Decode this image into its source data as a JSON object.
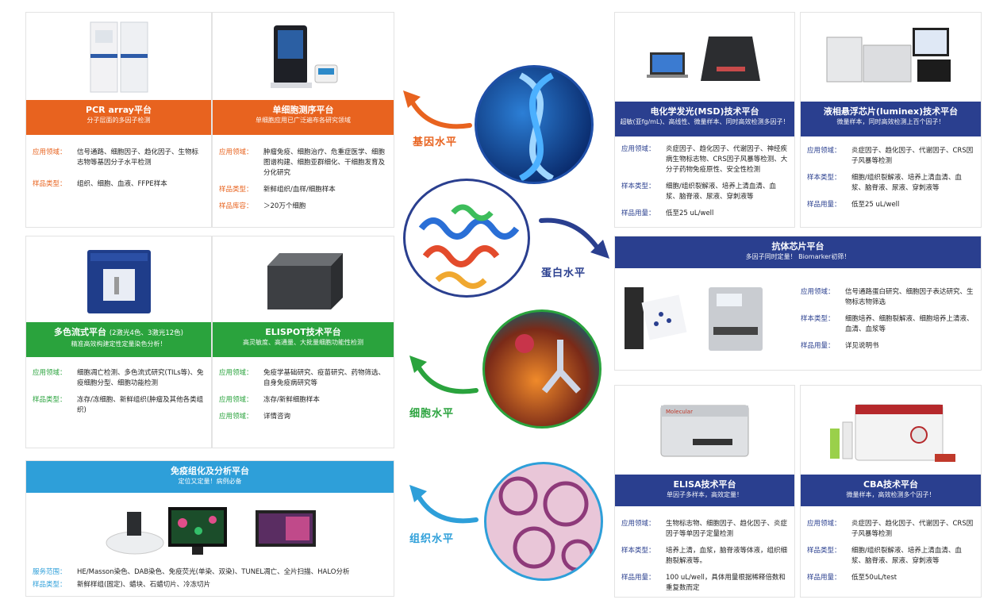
{
  "colors": {
    "orange": "#e8631f",
    "navy": "#2a3f8f",
    "green": "#2aa33d",
    "sky": "#2e9fd9"
  },
  "levels": {
    "gene": "基因水平",
    "protein": "蛋白水平",
    "cell": "细胞水平",
    "tissue": "组织水平"
  },
  "pcr": {
    "title": "PCR array平台",
    "subtitle": "分子层面的多因子检测",
    "rows": [
      {
        "k": "应用领域：",
        "v": "信号通路、细胞因子、趋化因子、生物标志物等基因分子水平检测"
      },
      {
        "k": "样品类型：",
        "v": "组织、细胞、血液、FFPE样本"
      }
    ]
  },
  "scseq": {
    "title": "单细胞测序平台",
    "subtitle": "单细胞应用已广泛遍布各研究领域",
    "rows": [
      {
        "k": "应用领域：",
        "v": "肿瘤免疫、细胞治疗、危重症医学、细胞图谱构建、细胞亚群细化、干细胞发育及分化研究"
      },
      {
        "k": "样品类型：",
        "v": "新鲜组织/血样/细胞样本"
      },
      {
        "k": "样品库容：",
        "v": "＞20万个细胞"
      }
    ]
  },
  "flow": {
    "title": "多色流式平台",
    "title_note": "(2激光4色、3激光12色)",
    "subtitle": "精准高效构建定性定量染色分析！",
    "rows": [
      {
        "k": "应用领域：",
        "v": "细胞凋亡检测、多色流式研究(TILs等)、免疫细胞分型、细胞功能检测"
      },
      {
        "k": "样品类型：",
        "v": "冻存/冻细胞、新鲜组织(肿瘤及其他各类组织)"
      }
    ]
  },
  "elispot": {
    "title": "ELISPOT技术平台",
    "subtitle": "高灵敏度、高通量、大批量细胞功能性检测",
    "rows": [
      {
        "k": "应用领域：",
        "v": "免疫学基础研究、疫苗研究、药物筛选、自身免疫病研究等"
      },
      {
        "k": "应用领域：",
        "v": "冻存/新鲜细胞样本"
      },
      {
        "k": "应用领域：",
        "v": "详情咨询"
      }
    ]
  },
  "ihc": {
    "title": "免疫组化及分析平台",
    "subtitle": "定位又定量！病例必备",
    "rows": [
      {
        "k": "服务范围：",
        "v": "HE/Masson染色、DAB染色、免疫荧光(单染、双染)、TUNEL凋亡、全片扫描、HALO分析"
      },
      {
        "k": "样品类型：",
        "v": "新鲜样组(固定)、蜡块、石蜡切片、冷冻切片"
      }
    ]
  },
  "msd": {
    "title": "电化学发光(MSD)技术平台",
    "subtitle": "超敏(亚fg/mL)、高线性、微量样本、同时高效检测多因子！",
    "rows": [
      {
        "k": "应用领域：",
        "v": "炎症因子、趋化因子、代谢因子、神经疾病生物标志物、CRS因子风暴等检测、大分子药物免疫原性、安全性检测"
      },
      {
        "k": "样本类型：",
        "v": "细胞/组织裂解液、培养上清血清、血浆、脑脊液、尿液、穿刺液等"
      },
      {
        "k": "样品用量：",
        "v": "低至25 uL/well"
      }
    ]
  },
  "luminex": {
    "title": "液相悬浮芯片(luminex)技术平台",
    "subtitle": "微量样本，同时高效检测上百个因子！",
    "rows": [
      {
        "k": "应用领域：",
        "v": "炎症因子、趋化因子、代谢因子、CRS因子风暴等检测"
      },
      {
        "k": "样本类型：",
        "v": "细胞/组织裂解液、培养上清血清、血浆、脑脊液、尿液、穿刺液等"
      },
      {
        "k": "样品用量：",
        "v": "低至25 uL/well"
      }
    ]
  },
  "antibody": {
    "title": "抗体芯片平台",
    "subtitle": "多因子同时定量！ Biomarker初筛！",
    "rows": [
      {
        "k": "应用领域：",
        "v": "信号通路蛋白研究、细胞因子表达研究、生物标志物筛选"
      },
      {
        "k": "样本类型：",
        "v": "细胞培养、细胞裂解液、细胞培养上清液、血清、血浆等"
      },
      {
        "k": "样品用量：",
        "v": "详见说明书"
      }
    ]
  },
  "elisa": {
    "title": "ELISA技术平台",
    "subtitle": "单因子多样本，高效定量！",
    "rows": [
      {
        "k": "应用领域：",
        "v": "生物标志物、细胞因子、趋化因子、炎症因子等单因子定量检测"
      },
      {
        "k": "样本类型：",
        "v": "培养上清，血浆，脑脊液等体液，组织细胞裂解液等。"
      },
      {
        "k": "样品用量：",
        "v": "100 uL/well，具体用量根据稀释倍数和重复数而定"
      }
    ]
  },
  "cba": {
    "title": "CBA技术平台",
    "subtitle": "微量样本，高效检测多个因子！",
    "rows": [
      {
        "k": "应用领域：",
        "v": "炎症因子、趋化因子、代谢因子、CRS因子风暴等检测"
      },
      {
        "k": "样品类型：",
        "v": "细胞/组织裂解液、培养上清血清、血浆、脑脊液、尿液、穿刺液等"
      },
      {
        "k": "样品用量：",
        "v": "低至50uL/test"
      }
    ]
  },
  "device_labels": {
    "elisa_brand": "Molecular"
  }
}
